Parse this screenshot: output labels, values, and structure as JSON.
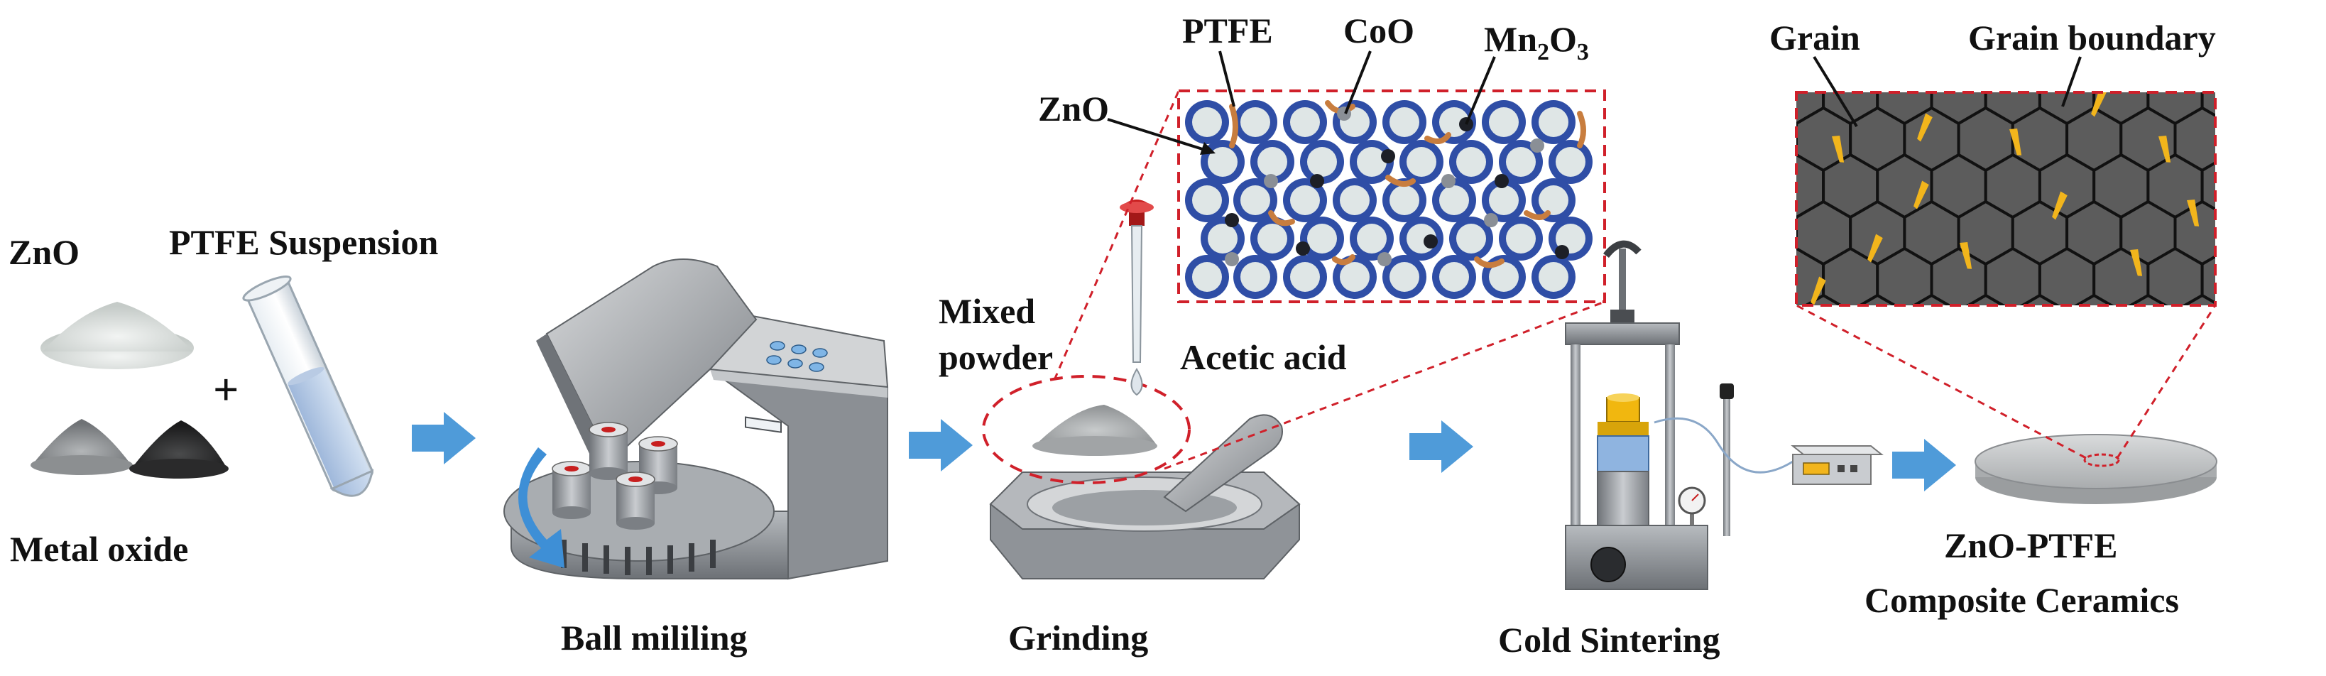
{
  "labels": {
    "zno_left": "ZnO",
    "ptfe_suspension": "PTFE Suspension",
    "plus": "+",
    "metal_oxide": "Metal oxide",
    "ball_milling": "Ball mililing",
    "mixed_line1": "Mixed",
    "mixed_line2": "powder",
    "acetic_acid": "Acetic acid",
    "grinding": "Grinding",
    "cold_sintering": "Cold Sintering",
    "product_line1": "ZnO-PTFE",
    "product_line2": "Composite Ceramics",
    "inset_zno": "ZnO",
    "inset_ptfe": "PTFE",
    "inset_coo": "CoO",
    "inset_mn_base": "Mn",
    "inset_mn_sub1": "2",
    "inset_mn_o": "O",
    "inset_mn_sub2": "3",
    "grain": "Grain",
    "grain_boundary": "Grain boundary"
  },
  "colors": {
    "arrow": "#4f9bd9",
    "machine": "#8f9398",
    "inset_border": "#d0202a",
    "zno_particle_shell": "#2f4ea6",
    "zno_particle_core": "#dfe6e6",
    "ptfe_binder": "#c87d3e",
    "coo_particle": "#8a8f96",
    "mn2o3_particle": "#1d1f26",
    "grain_fill": "#5c5c5c",
    "grain_boundary_phase": "#f2b51c",
    "dropper_bulb": "#c81f1f"
  },
  "icons": [
    "flow-arrow-icon",
    "ball-mill-icon",
    "mortar-pestle-icon",
    "dropper-icon",
    "cold-sinter-press-icon",
    "temperature-controller-icon",
    "ceramic-disc-icon",
    "centrifuge-tube-icon",
    "powder-pile-icon"
  ]
}
